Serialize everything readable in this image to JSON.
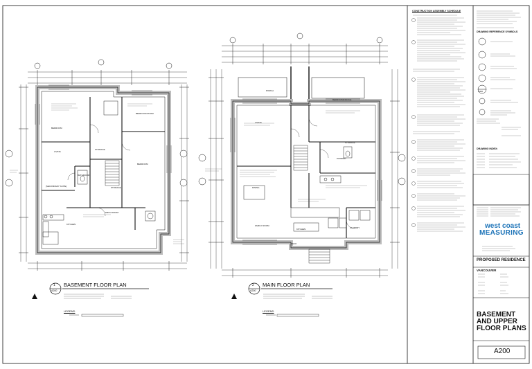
{
  "plans": {
    "basement": {
      "number": "1",
      "sheet_ref": "A200",
      "title": "BASEMENT FLOOR PLAN",
      "rooms": [
        "BEDROOM",
        "BEDROOM ROOM",
        "LIVING",
        "STORAGE",
        "BEDROOM",
        "BATHROOM",
        "[SECONDARY SUITE]",
        "STORAGE",
        "KITCHEN",
        "MECH ROOM"
      ],
      "legend_label": "LEGEND"
    },
    "main": {
      "number": "2",
      "sheet_ref": "A200",
      "title": "MAIN FLOOR PLAN",
      "rooms": [
        "PORCH",
        "LIVING",
        "BEDROOM/OFFICE",
        "STORAGE",
        "DINING",
        "FAMILY ROOM",
        "KITCHEN",
        "LAUNDRY",
        "DECK",
        "POWDER"
      ],
      "legend_label": "LEGEND"
    }
  },
  "notes": {
    "schedule_title": "CONSTRUCTION ASSEMBLY SCHEDULE",
    "drawing_ref_title": "DRAWING REFERENCE SYMBOLS",
    "drawing_index_title": "DRAWING INDEX:",
    "ref_bubble_sheet": "A300"
  },
  "title_block": {
    "company_line1": "west coast",
    "company_line2": "MEASURING",
    "project": "PROPOSED RESIDENCE",
    "location": "VANCOUVER",
    "drawing_title": "BASEMENT AND UPPER FLOOR PLANS",
    "drawing_number": "A200"
  },
  "colors": {
    "brand": "#1c73b8",
    "ink": "#111111",
    "wall_fill": "#bdbdbd"
  }
}
